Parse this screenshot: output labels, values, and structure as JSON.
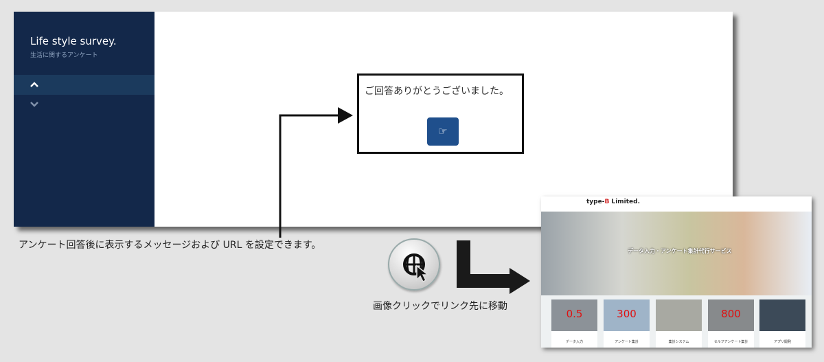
{
  "survey": {
    "title": "Life style survey.",
    "subtitle": "生活に関するアンケート",
    "nav_up": "⌃",
    "nav_down": "⌄"
  },
  "dialog": {
    "message": "ご回答ありがとうございました。",
    "button_icon": "thumbs-up-pointing-icon",
    "button_glyph": "☞"
  },
  "captions": {
    "left": "アンケート回答後に表示するメッセージおよび URL を設定できます。",
    "right": "画像クリックでリンク先に移動"
  },
  "linked_site": {
    "brand_prefix": "type-",
    "brand_mark": "B",
    "brand_suffix": " Limited.",
    "hero_text": "データ入力・アンケート集計代行サービス",
    "cards": [
      {
        "number": "0.5",
        "label": "データ入力",
        "color": "#8c9298"
      },
      {
        "number": "300",
        "label": "アンケート集計",
        "color": "#9fb4c8"
      },
      {
        "number": "",
        "label": "集計システム",
        "color": "#a8a9a2"
      },
      {
        "number": "800",
        "label": "セルフアンケート集計",
        "color": "#878a8c"
      },
      {
        "number": "",
        "label": "アプリ開発",
        "color": "#3c4a58"
      }
    ]
  }
}
